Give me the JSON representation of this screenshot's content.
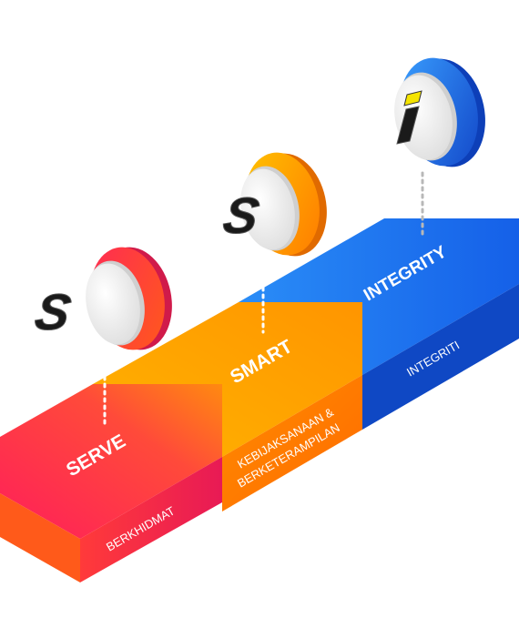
{
  "steps": [
    {
      "title": "SERVE",
      "subtitle": "BERKHIDMAT",
      "icon_letter": "S",
      "icon_name": "serve-s-badge-icon",
      "color": "#ff2a55"
    },
    {
      "title": "SMART",
      "subtitle_line1": "KEBIJAKSANAAN &",
      "subtitle_line2": "BERKETERAMPILAN",
      "icon_letter": "S",
      "icon_name": "smart-s-badge-icon",
      "color": "#ff9a00"
    },
    {
      "title": "INTEGRITY",
      "subtitle": "INTEGRITI",
      "icon_letter": "i",
      "icon_name": "integrity-i-badge-icon",
      "color": "#1a6cf0"
    }
  ]
}
